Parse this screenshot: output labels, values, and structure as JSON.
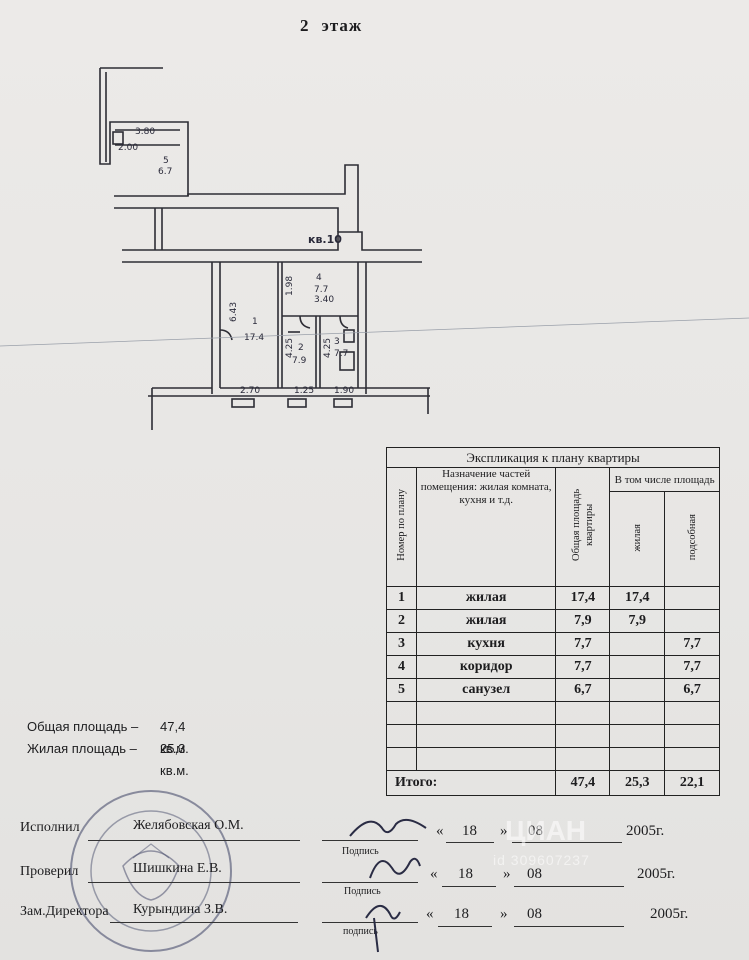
{
  "floor": {
    "number": "2",
    "label": "этаж"
  },
  "plan": {
    "labels": {
      "r1_num": "1",
      "r1_area": "17.4",
      "r1_dim_v": "6.43",
      "r1_dim_h": "2.70",
      "r2_num": "2",
      "r2_area": "7.9",
      "r2_dim_v": "4.25",
      "r3_num": "3",
      "r3_area": "7.7",
      "r3_dim_v": "4.25",
      "r4_num": "4",
      "r4_area": "7.7",
      "r4_dim": "3.40",
      "r4_dim2": "1.98",
      "r5_num": "5",
      "r5_area": "6.7",
      "r5_dim1": "2.00",
      "r5_dim2": "3.80",
      "dim_125": "1.25",
      "dim_190": "1.90",
      "kv_label": "кв.10"
    }
  },
  "explication": {
    "title": "Экспликация к плану квартиры",
    "headers": {
      "number": "Номер по плану",
      "purpose": "Назначение частей помещения: жилая комната, кухня и т.д.",
      "total_area": "Общая площадь квартиры",
      "incl": "В том числе площадь",
      "living": "жилая",
      "auxiliary": "подсобная"
    },
    "rows": [
      {
        "num": "1",
        "name": "жилая",
        "total": "17,4",
        "living": "17,4",
        "aux": ""
      },
      {
        "num": "2",
        "name": "жилая",
        "total": "7,9",
        "living": "7,9",
        "aux": ""
      },
      {
        "num": "3",
        "name": "кухня",
        "total": "7,7",
        "living": "",
        "aux": "7,7"
      },
      {
        "num": "4",
        "name": "коридор",
        "total": "7,7",
        "living": "",
        "aux": "7,7"
      },
      {
        "num": "5",
        "name": "санузел",
        "total": "6,7",
        "living": "",
        "aux": "6,7"
      }
    ],
    "total": {
      "label": "Итого:",
      "total": "47,4",
      "living": "25,3",
      "aux": "22,1"
    }
  },
  "summary": {
    "total_label": "Общая площадь –",
    "total_value": "47,4 кв.м.",
    "living_label": "Жилая площадь –",
    "living_value": "25,3 кв.м."
  },
  "signatures": [
    {
      "role": "Исполнил",
      "name": "Желябовская О.М.",
      "sign": "Подпись",
      "day": "18",
      "month": "08",
      "year": "2005г."
    },
    {
      "role": "Проверил",
      "name": "Шишкина Е.В.",
      "sign": "Подпись",
      "day": "18",
      "month": "08",
      "year": "2005г."
    },
    {
      "role": "Зам.Директора",
      "name": "Курындина З.В.",
      "sign": "подпись",
      "day": "18",
      "month": "08",
      "year": "2005г."
    }
  ],
  "quote_open": "«",
  "quote_close": "»",
  "watermark": {
    "text": "ЦИАН",
    "id": "id 309607237"
  }
}
